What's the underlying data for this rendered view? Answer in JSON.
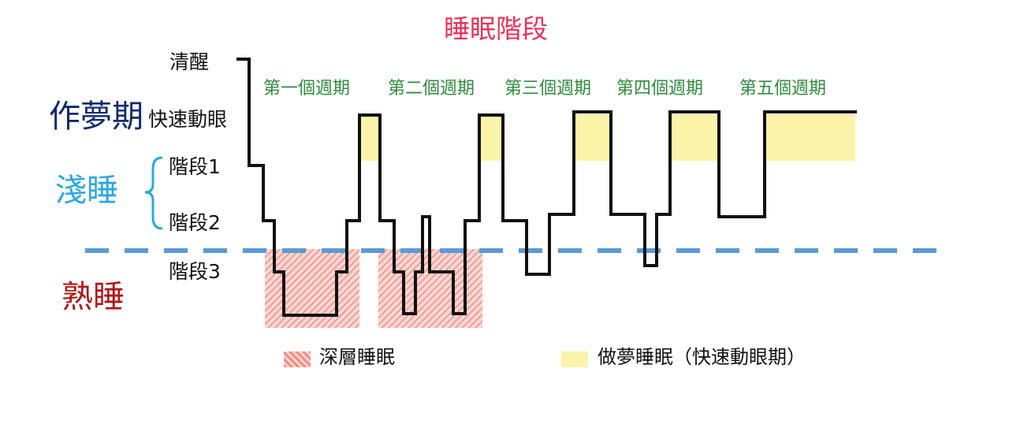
{
  "title": "睡眠階段",
  "stage_labels": {
    "awake": "清醒",
    "rem": "快速動眼",
    "stage1": "階段1",
    "stage2": "階段2",
    "stage3": "階段3"
  },
  "group_labels": {
    "dream": "作夢期",
    "light": "淺睡",
    "deep": "熟睡"
  },
  "cycles": [
    "第一個週期",
    "第二個週期",
    "第三個週期",
    "第四個週期",
    "第五個週期"
  ],
  "legend": {
    "deep": "深層睡眠",
    "rem": "做夢睡眠（快速動眼期）"
  },
  "colors": {
    "title": "#e8335a",
    "cycle_text": "#2e8b3e",
    "dream_label": "#0d2a6b",
    "light_label": "#29a9e0",
    "deep_label": "#b01818",
    "divider": "#5b9bd5",
    "deep_fill": "#f3a3a0",
    "rem_fill": "#fbf3a8",
    "hypnogram": "#111111"
  }
}
